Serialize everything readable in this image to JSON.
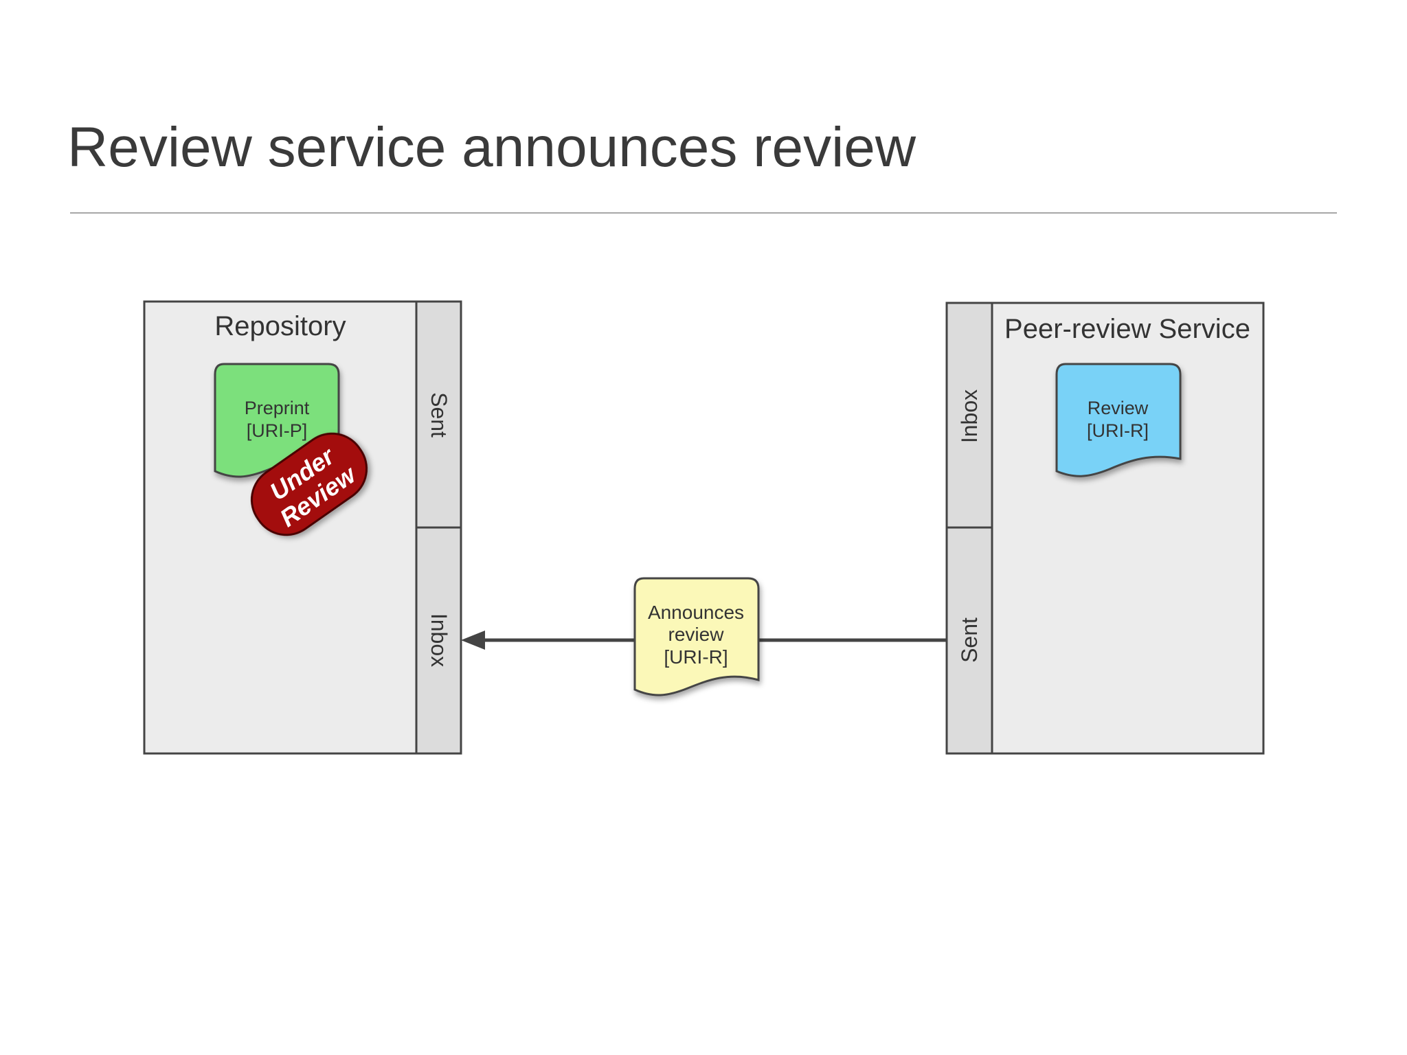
{
  "title": "Review service announces review",
  "repository": {
    "name": "Repository",
    "sent_label": "Sent",
    "inbox_label": "Inbox",
    "document": {
      "line1": "Preprint",
      "line2": "[URI-P]",
      "color": "#7be07b"
    },
    "stamp": {
      "line1": "Under",
      "line2": "Review",
      "color": "#a3100f"
    }
  },
  "service": {
    "name": "Peer-review Service",
    "inbox_label": "Inbox",
    "sent_label": "Sent",
    "document": {
      "line1": "Review",
      "line2": "[URI-R]",
      "color": "#79d2f7"
    }
  },
  "message": {
    "line1": "Announces",
    "line2": "review",
    "line3": "[URI-R]",
    "color": "#fbf8b8"
  },
  "colors": {
    "box_fill": "#ececec",
    "strip_fill": "#dcdcdc",
    "stroke": "#444444",
    "arrow": "#444444"
  }
}
